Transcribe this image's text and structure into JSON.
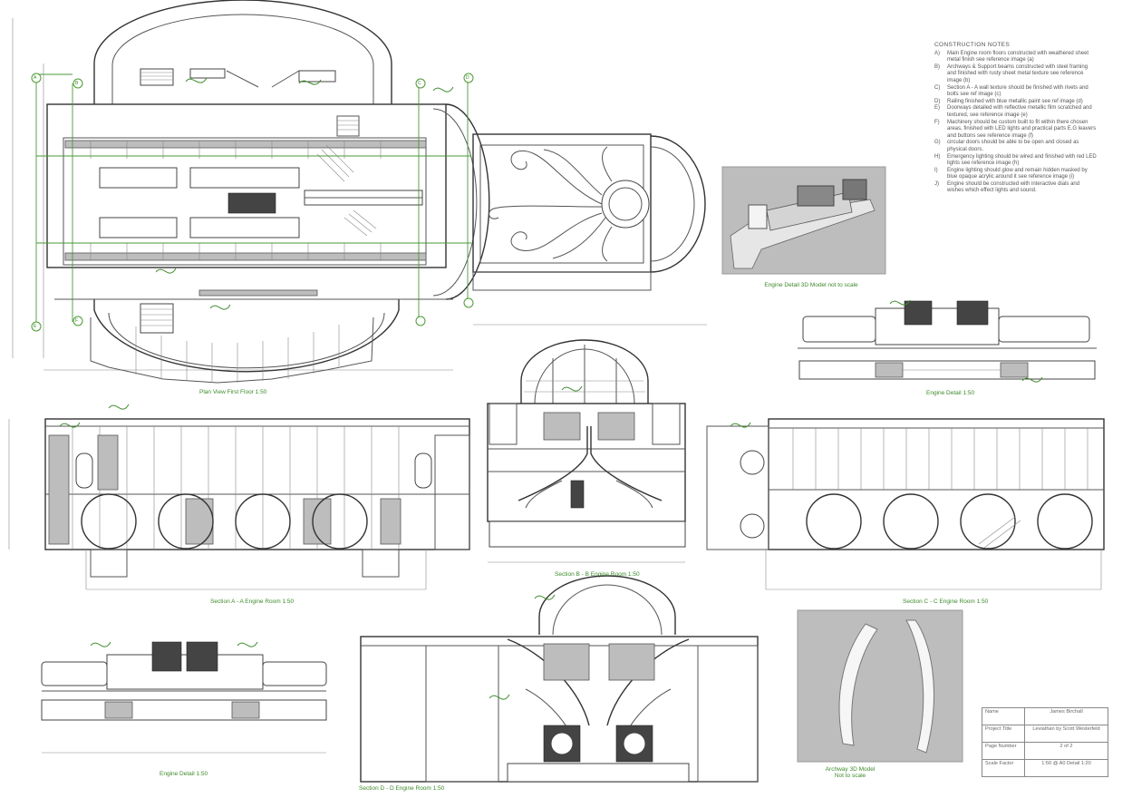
{
  "notes": {
    "title": "CONSTRUCTION NOTES",
    "items": [
      {
        "key": "A)",
        "text": "Main Engine room floors constructed with weathered sheet metal finish see reference image (a)"
      },
      {
        "key": "B)",
        "text": "Archways & Support beams constructed with steel framing and finished with rusty sheet metal texture see reference image (b)"
      },
      {
        "key": "C)",
        "text": "Section A - A wall texture should be finished with rivets and bolts see ref image (c)"
      },
      {
        "key": "D)",
        "text": "Railing finished with blue metallic paint see ref image (d)"
      },
      {
        "key": "E)",
        "text": "Doorways detailed with reflective metallic film scratched and textured, see reference image (e)"
      },
      {
        "key": "F)",
        "text": "Machinery should be custom built to fit within there chosen areas, finished with LED lights and practical parts E.G leavers and buttons see reference image (f)"
      },
      {
        "key": "G)",
        "text": "circular doors should be able to be open and closed as physical doors."
      },
      {
        "key": "H)",
        "text": "Emergency lighting should be wired and finished with red LED lights see reference image (h)"
      },
      {
        "key": "I)",
        "text": "Engine lighting should glow and remain hidden masked by blue opaque acrylic around it see reference image (i)"
      },
      {
        "key": "J)",
        "text": "Engine should be constructed with interactive dials and wishes which effect lights and sound."
      }
    ]
  },
  "captions": {
    "plan": "Plan View First Floor 1:50",
    "engine_3d": "Engine Detail 3D Model not to scale",
    "engine_detail_right": "Engine Detail 1:50",
    "section_a": "Section A - A Engine Room 1:50",
    "section_b": "Section B - B Engine Room 1:50",
    "section_c": "Section C - C Engine Room 1:50",
    "engine_detail_left": "Engine Detail 1:50",
    "section_d": "Section D - D Engine Room 1:50",
    "archway_3d": "Archway 3D Model Not to scale"
  },
  "grid_labels": [
    "A",
    "B",
    "C",
    "D",
    "E",
    "F"
  ],
  "title_block": [
    {
      "label": "Name",
      "value": "James     Birchall"
    },
    {
      "label": "Project Title",
      "value": "Leviathan by Scott Westerfeld"
    },
    {
      "label": "Page Number",
      "value": "2 of 2"
    },
    {
      "label": "Scale Factor",
      "value": "1:50 @ A0 Detail 1:20"
    }
  ]
}
